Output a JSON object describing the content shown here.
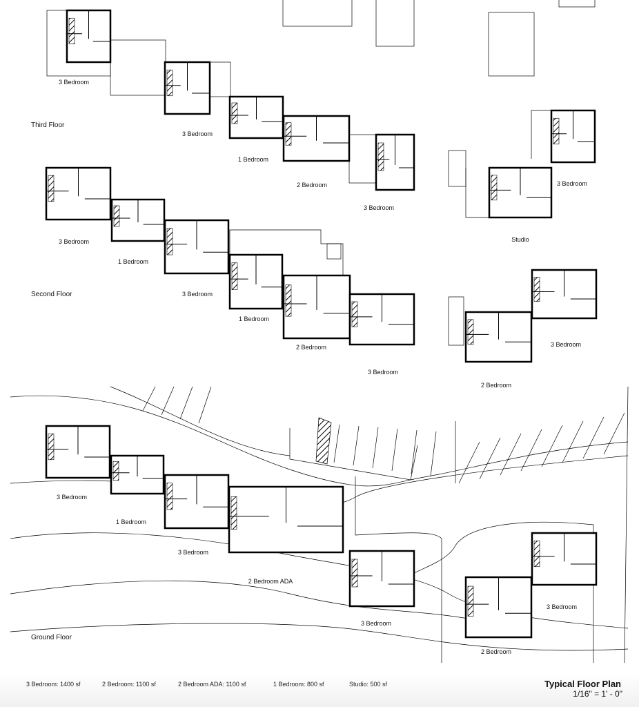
{
  "floors": {
    "third": "Third Floor",
    "second": "Second Floor",
    "ground": "Ground Floor"
  },
  "units": {
    "third": [
      "3 Bedroom",
      "3 Bedroom",
      "1 Bedroom",
      "2 Bedroom",
      "3 Bedroom",
      "3 Bedroom",
      "Studio"
    ],
    "second": [
      "3 Bedroom",
      "1 Bedroom",
      "3 Bedroom",
      "1 Bedroom",
      "2 Bedroom",
      "3 Bedroom",
      "3 Bedroom",
      "2 Bedroom"
    ],
    "ground": [
      "3 Bedroom",
      "1 Bedroom",
      "3 Bedroom",
      "2 Bedroom ADA",
      "3 Bedroom",
      "3 Bedroom",
      "2 Bedroom"
    ]
  },
  "legend": [
    "3 Bedroom: 1400 sf",
    "2 Bedroom: 1100 sf",
    "2 Bedroom ADA: 1100 sf",
    "1 Bedroom: 800 sf",
    "Studio: 500 sf"
  ],
  "title": "Typical Floor Plan",
  "scale": "1/16\" = 1' - 0\""
}
